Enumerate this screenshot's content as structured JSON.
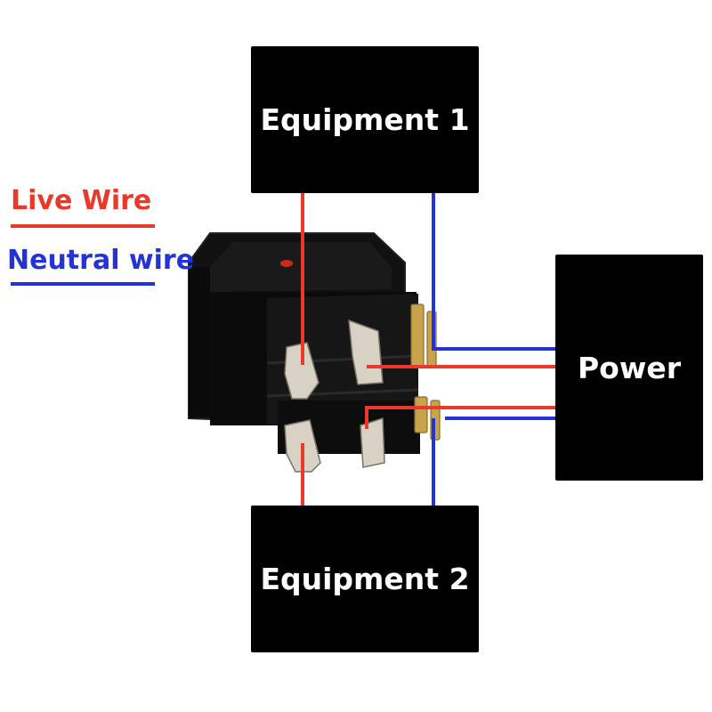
{
  "labels": {
    "equipment_1": "Equipment 1",
    "equipment_2": "Equipment 2",
    "power": "Power"
  },
  "legend": {
    "live": "Live Wire",
    "neutral": "Neutral wire"
  },
  "colors": {
    "live": "#e8392b",
    "neutral": "#2433d6",
    "box": "#000000",
    "terminal": "#c9a34a"
  }
}
